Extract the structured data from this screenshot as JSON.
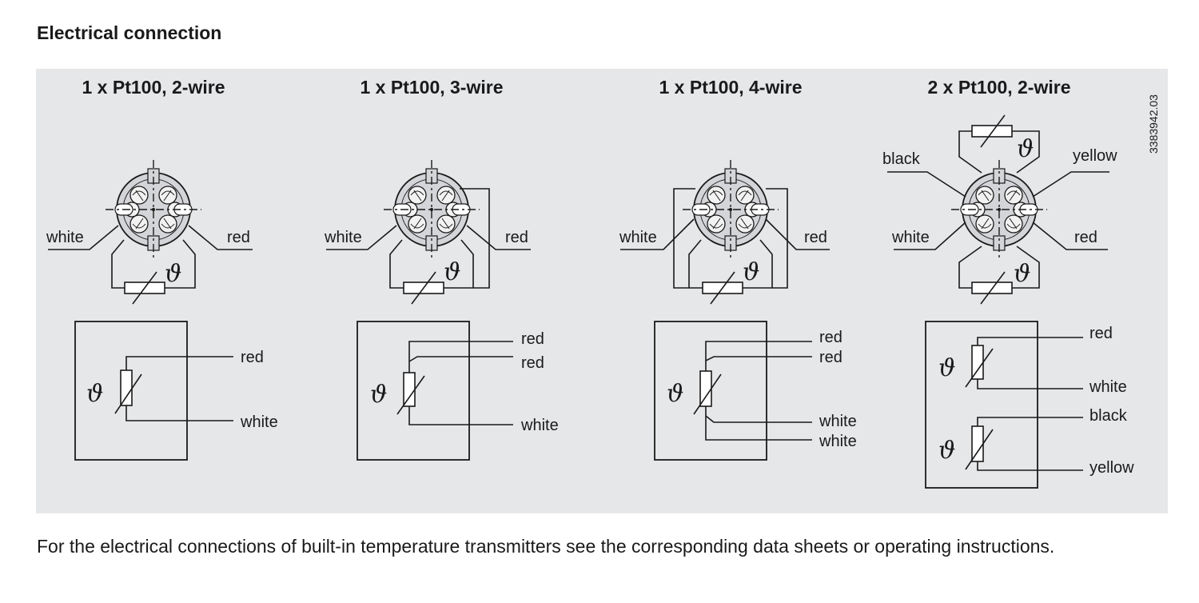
{
  "heading": "Electrical connection",
  "footer": "For the electrical connections of built-in temperature transmitters see the corresponding data sheets or operating instructions.",
  "drawing_number": "3383942.03",
  "theta_symbol": "ϑ",
  "diagrams": [
    {
      "title": "1 x Pt100, 2-wire",
      "connector_labels": {
        "left": "white",
        "right": "red"
      },
      "schematic_labels": [
        "red",
        "white"
      ]
    },
    {
      "title": "1 x Pt100, 3-wire",
      "connector_labels": {
        "left": "white",
        "right": "red"
      },
      "schematic_labels": [
        "red",
        "red",
        "white"
      ]
    },
    {
      "title": "1 x Pt100, 4-wire",
      "connector_labels": {
        "left": "white",
        "right": "red"
      },
      "schematic_labels": [
        "red",
        "red",
        "white",
        "white"
      ]
    },
    {
      "title": "2 x Pt100, 2-wire",
      "connector_labels": {
        "left": "white",
        "right": "red",
        "top_left": "black",
        "top_right": "yellow"
      },
      "schematic_labels": [
        "red",
        "white",
        "black",
        "yellow"
      ]
    }
  ]
}
